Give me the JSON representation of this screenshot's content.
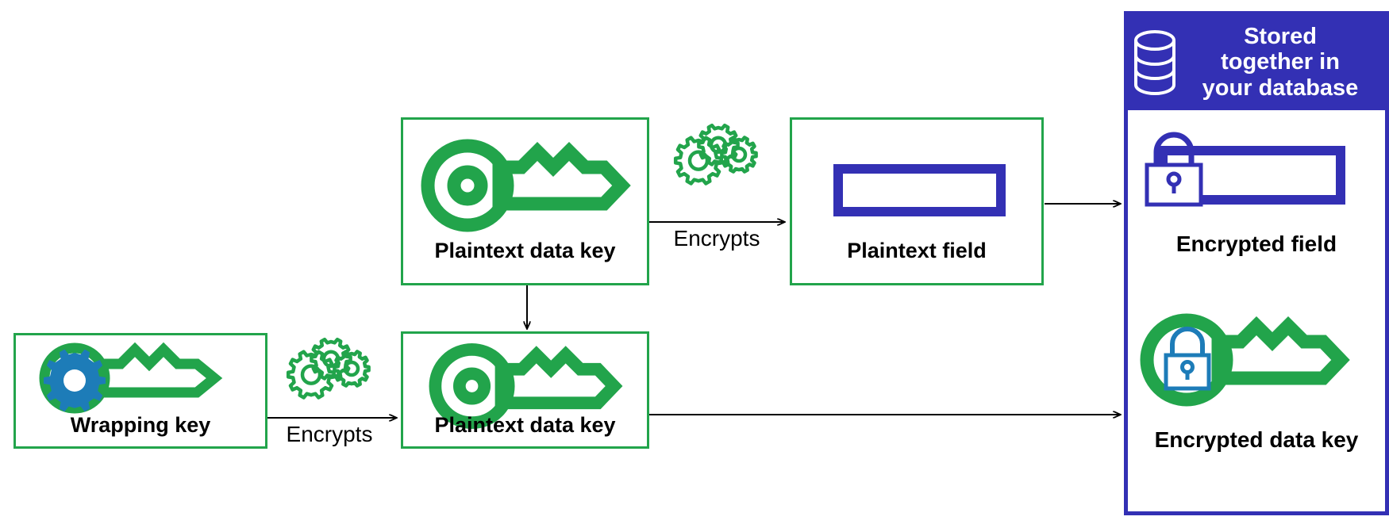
{
  "diagram": {
    "title": "Envelope encryption with a wrapping key",
    "background_color": "#ffffff",
    "colors": {
      "green": "#22a44b",
      "blue": "#1d7cb8",
      "indigo": "#3330b4",
      "black": "#000000",
      "white": "#ffffff"
    }
  },
  "nodes": {
    "wrapping_key": {
      "label": "Wrapping key",
      "icon": "key-with-gear-icon",
      "border_color": "#22a44b"
    },
    "plaintext_data_key_top": {
      "label": "Plaintext data key",
      "icon": "key-icon",
      "border_color": "#22a44b"
    },
    "plaintext_data_key_bottom": {
      "label": "Plaintext data key",
      "icon": "key-icon",
      "border_color": "#22a44b"
    },
    "plaintext_field": {
      "label": "Plaintext field",
      "icon": "field-rectangle-icon",
      "border_color": "#22a44b"
    },
    "encrypted_field": {
      "label": "Encrypted field",
      "icon": "locked-field-icon",
      "border_color": "#3330b4"
    },
    "encrypted_data_key": {
      "label": "Encrypted data key",
      "icon": "key-with-lock-icon",
      "border_color": "#3330b4"
    }
  },
  "database_panel": {
    "header_text": "Stored\ntogether in\nyour database",
    "header_icon": "database-cylinder-icon",
    "background_color": "#3330b4",
    "text_color": "#ffffff"
  },
  "edges": [
    {
      "id": "wrapping-to-datakey",
      "label": "Encrypts",
      "icon": "gears-icon",
      "from": "wrapping_key",
      "to": "plaintext_data_key_bottom"
    },
    {
      "id": "datakey-to-field",
      "label": "Encrypts",
      "icon": "gears-icon",
      "from": "plaintext_data_key_top",
      "to": "plaintext_field"
    },
    {
      "id": "datakey-top-to-bottom",
      "label": "",
      "icon": "",
      "from": "plaintext_data_key_top",
      "to": "plaintext_data_key_bottom"
    },
    {
      "id": "field-to-encrypted-field",
      "label": "",
      "icon": "",
      "from": "plaintext_field",
      "to": "encrypted_field"
    },
    {
      "id": "datakey-to-encrypted-key",
      "label": "",
      "icon": "",
      "from": "plaintext_data_key_bottom",
      "to": "encrypted_data_key"
    }
  ]
}
